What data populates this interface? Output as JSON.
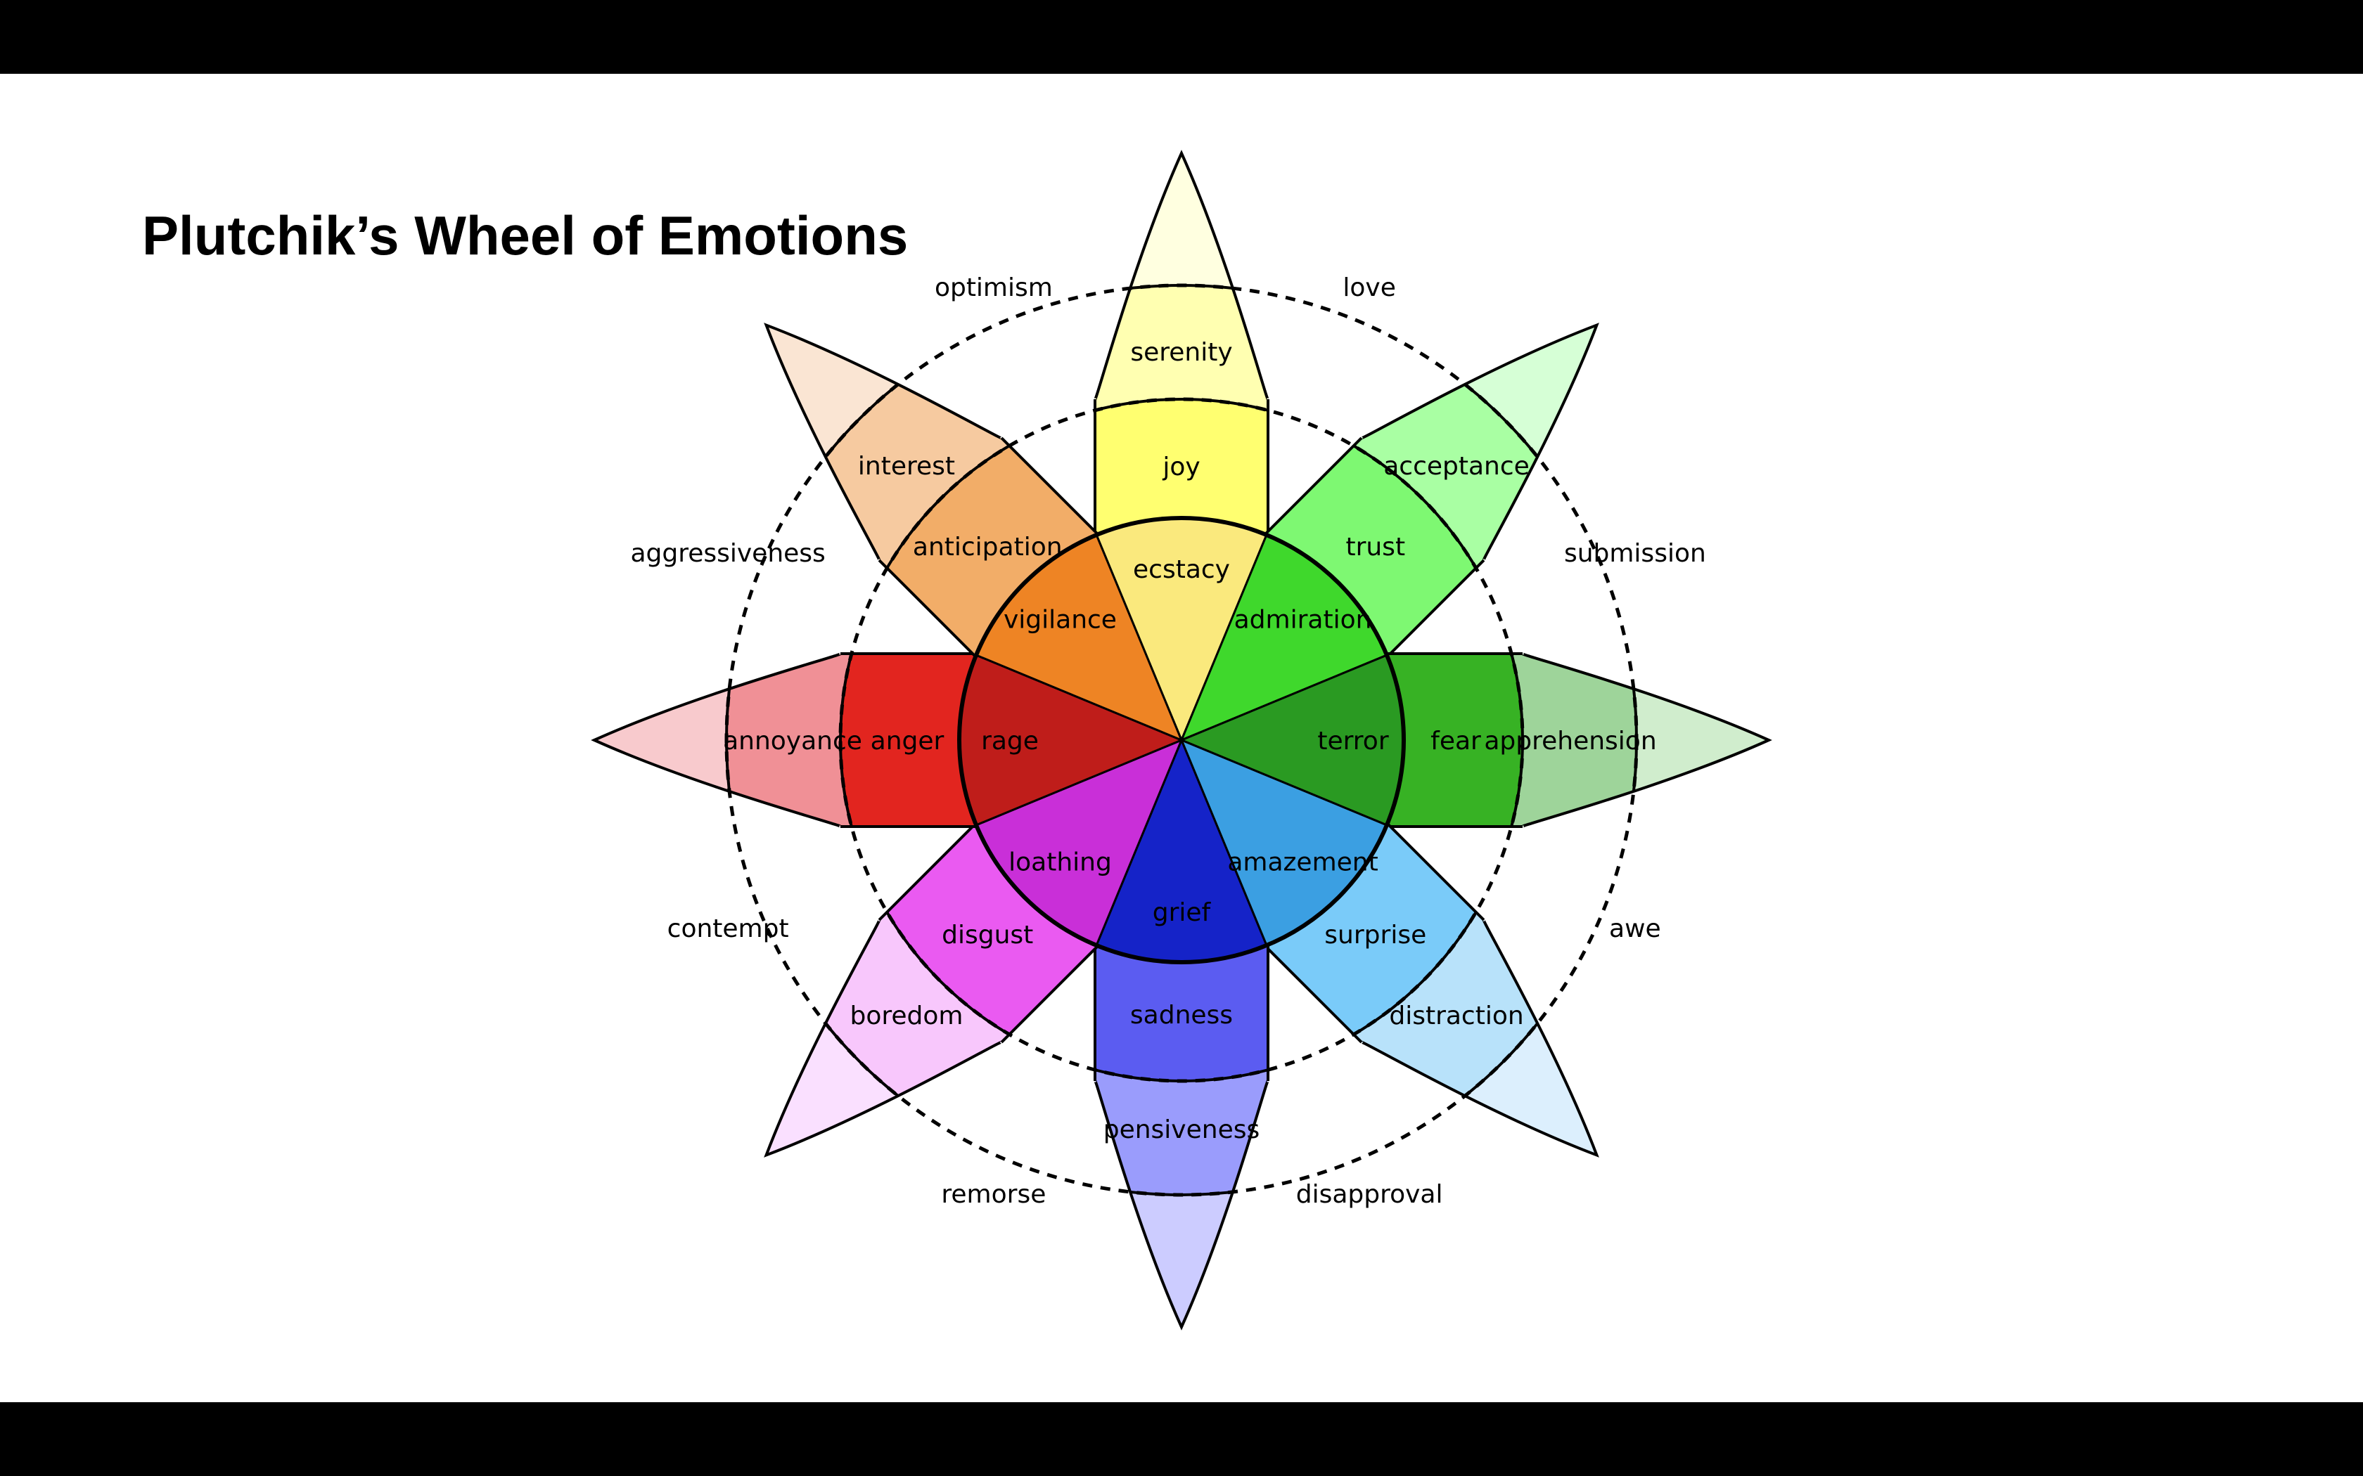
{
  "title": "Plutchik’s Wheel of Emotions",
  "petals": [
    {
      "id": "yellow",
      "labels": [
        "serenity",
        "joy",
        "ecstacy"
      ],
      "colors": [
        "#FFFFE0",
        "#FFFFB1",
        "#FFFF70",
        "#FAE97D"
      ]
    },
    {
      "id": "green",
      "labels": [
        "acceptance",
        "trust",
        "admiration"
      ],
      "colors": [
        "#D6FFD6",
        "#A9FFA3",
        "#7EF872",
        "#3FD82C"
      ]
    },
    {
      "id": "darkgreen",
      "labels": [
        "apprehension",
        "fear",
        "terror"
      ],
      "colors": [
        "#D0EDCD",
        "#9ED49A",
        "#37B224",
        "#2A9A22"
      ]
    },
    {
      "id": "blue",
      "labels": [
        "distraction",
        "surprise",
        "amazement"
      ],
      "colors": [
        "#DCEFFD",
        "#B8E2FA",
        "#7ACBF9",
        "#3B9FE2"
      ]
    },
    {
      "id": "darkblue",
      "labels": [
        "pensiveness",
        "sadness",
        "grief"
      ],
      "colors": [
        "#CCCCFF",
        "#9A9CFC",
        "#5B5CF1",
        "#1523C8"
      ]
    },
    {
      "id": "purple",
      "labels": [
        "boredom",
        "disgust",
        "loathing"
      ],
      "colors": [
        "#FAE0FF",
        "#F8C7FC",
        "#EA5AF1",
        "#C92FD8"
      ]
    },
    {
      "id": "red",
      "labels": [
        "annoyance",
        "anger",
        "rage"
      ],
      "colors": [
        "#F8CACD",
        "#F09096",
        "#E2251F",
        "#BF1D1A"
      ]
    },
    {
      "id": "orange",
      "labels": [
        "interest",
        "anticipation",
        "vigilance"
      ],
      "colors": [
        "#FAE5D3",
        "#F6CAA0",
        "#F2AD68",
        "#EE8424"
      ]
    }
  ],
  "dyads": [
    "love",
    "submission",
    "awe",
    "disapproval",
    "remorse",
    "contempt",
    "aggressiveness",
    "optimism"
  ],
  "colors": {
    "outline": "#000000",
    "background": "#FFFFFF",
    "text": "#000000"
  }
}
